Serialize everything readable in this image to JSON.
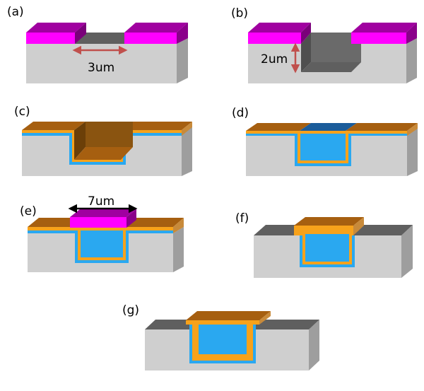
{
  "panels": {
    "a": {
      "label": "(a)",
      "dimension": "3um"
    },
    "b": {
      "label": "(b)",
      "dimension": "2um"
    },
    "c": {
      "label": "(c)"
    },
    "d": {
      "label": "(d)"
    },
    "e": {
      "label": "(e)",
      "dimension": "7um"
    },
    "f": {
      "label": "(f)"
    },
    "g": {
      "label": "(g)"
    }
  },
  "colors": {
    "substrate_front": "#cfcfcf",
    "substrate_side": "#9e9e9e",
    "substrate_top": "#5f5f5f",
    "mask_front": "#ff00ff",
    "mask_top": "#a000a0",
    "copper_top": "#a65f10",
    "orange_liner": "#f7a21b",
    "blue_fill": "#2aa8f0",
    "blue_top": "#1b5c9a",
    "blue_thin": "#3aa0e8",
    "red_arrow": "#c0504d"
  }
}
